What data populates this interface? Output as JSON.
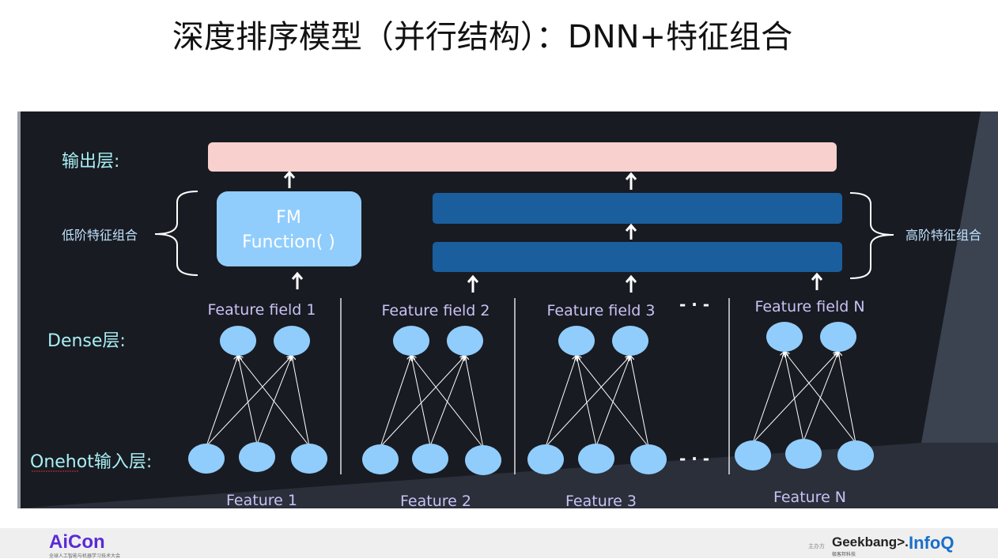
{
  "title": "深度排序模型（并行结构）：DNN+特征组合",
  "layers": {
    "output": "输出层:",
    "dense": "Dense层:",
    "onehot": "Onehot输入层:"
  },
  "fm_box": {
    "line1": "FM",
    "line2": "Function( )"
  },
  "low_order_label": "低阶特征组合",
  "high_order_label": "高阶特征组合",
  "feature_fields": [
    "Feature field 1",
    "Feature field 2",
    "Feature field 3",
    "Feature field N"
  ],
  "features": [
    "Feature 1",
    "Feature 2",
    "Feature 3",
    "Feature N"
  ],
  "ellipsis": "- · -",
  "colors": {
    "panel": "#191b22",
    "output_bar": "#f8d0cd",
    "fm_box": "#90cdfc",
    "dnn_bar": "#1a5e9e",
    "node": "#90cdfc",
    "layer_label": "#a8f0f5",
    "field_label": "#c9c2f5"
  },
  "footer": {
    "left_logo": "AiCon",
    "left_logo_sub": "全球人工智能与机器学习技术大会",
    "host_label": "主办方",
    "geekbang": "Geekbang>.",
    "geekbang_sub": "极客邦科技",
    "infoq": "InfoQ"
  }
}
